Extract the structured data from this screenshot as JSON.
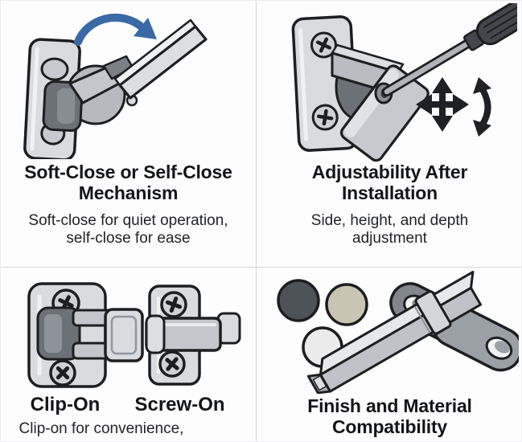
{
  "colors": {
    "background": "#fdfdfe",
    "divider": "#d7d7db",
    "outline": "#1d1e20",
    "accent_blue": "#3a6aa6",
    "metal_light": "#d9dbdf",
    "metal_mid": "#c3c6cb",
    "metal_dark": "#6c7178",
    "arrow_black": "#202124"
  },
  "sections": {
    "soft_close": {
      "icon": "hinge-with-rotation-arrow",
      "title_lines": [
        "Soft-Close or Self-Close",
        "Mechanism"
      ],
      "subtitle_lines": [
        "Soft-close for quiet operation,",
        "self-close for ease"
      ]
    },
    "adjustability": {
      "icon": "hinge-with-screwdriver-and-adjustment-arrows",
      "title_lines": [
        "Adjustability After",
        "Installation"
      ],
      "subtitle_lines": [
        "Side, height, and depth",
        "adjustment"
      ]
    },
    "mounting": {
      "icon": "clip-on-and-screw-on-hinges",
      "labels": [
        "Clip-On",
        "Screw-On"
      ],
      "caption": "Clip-on for convenience,"
    },
    "finish": {
      "icon": "finish-swatches-and-barrel-hinge",
      "swatch_colors": [
        "#4d5258",
        "#c9c5b2",
        "#ebebec"
      ],
      "title_lines": [
        "Finish and Material",
        "Compatibility"
      ]
    }
  }
}
